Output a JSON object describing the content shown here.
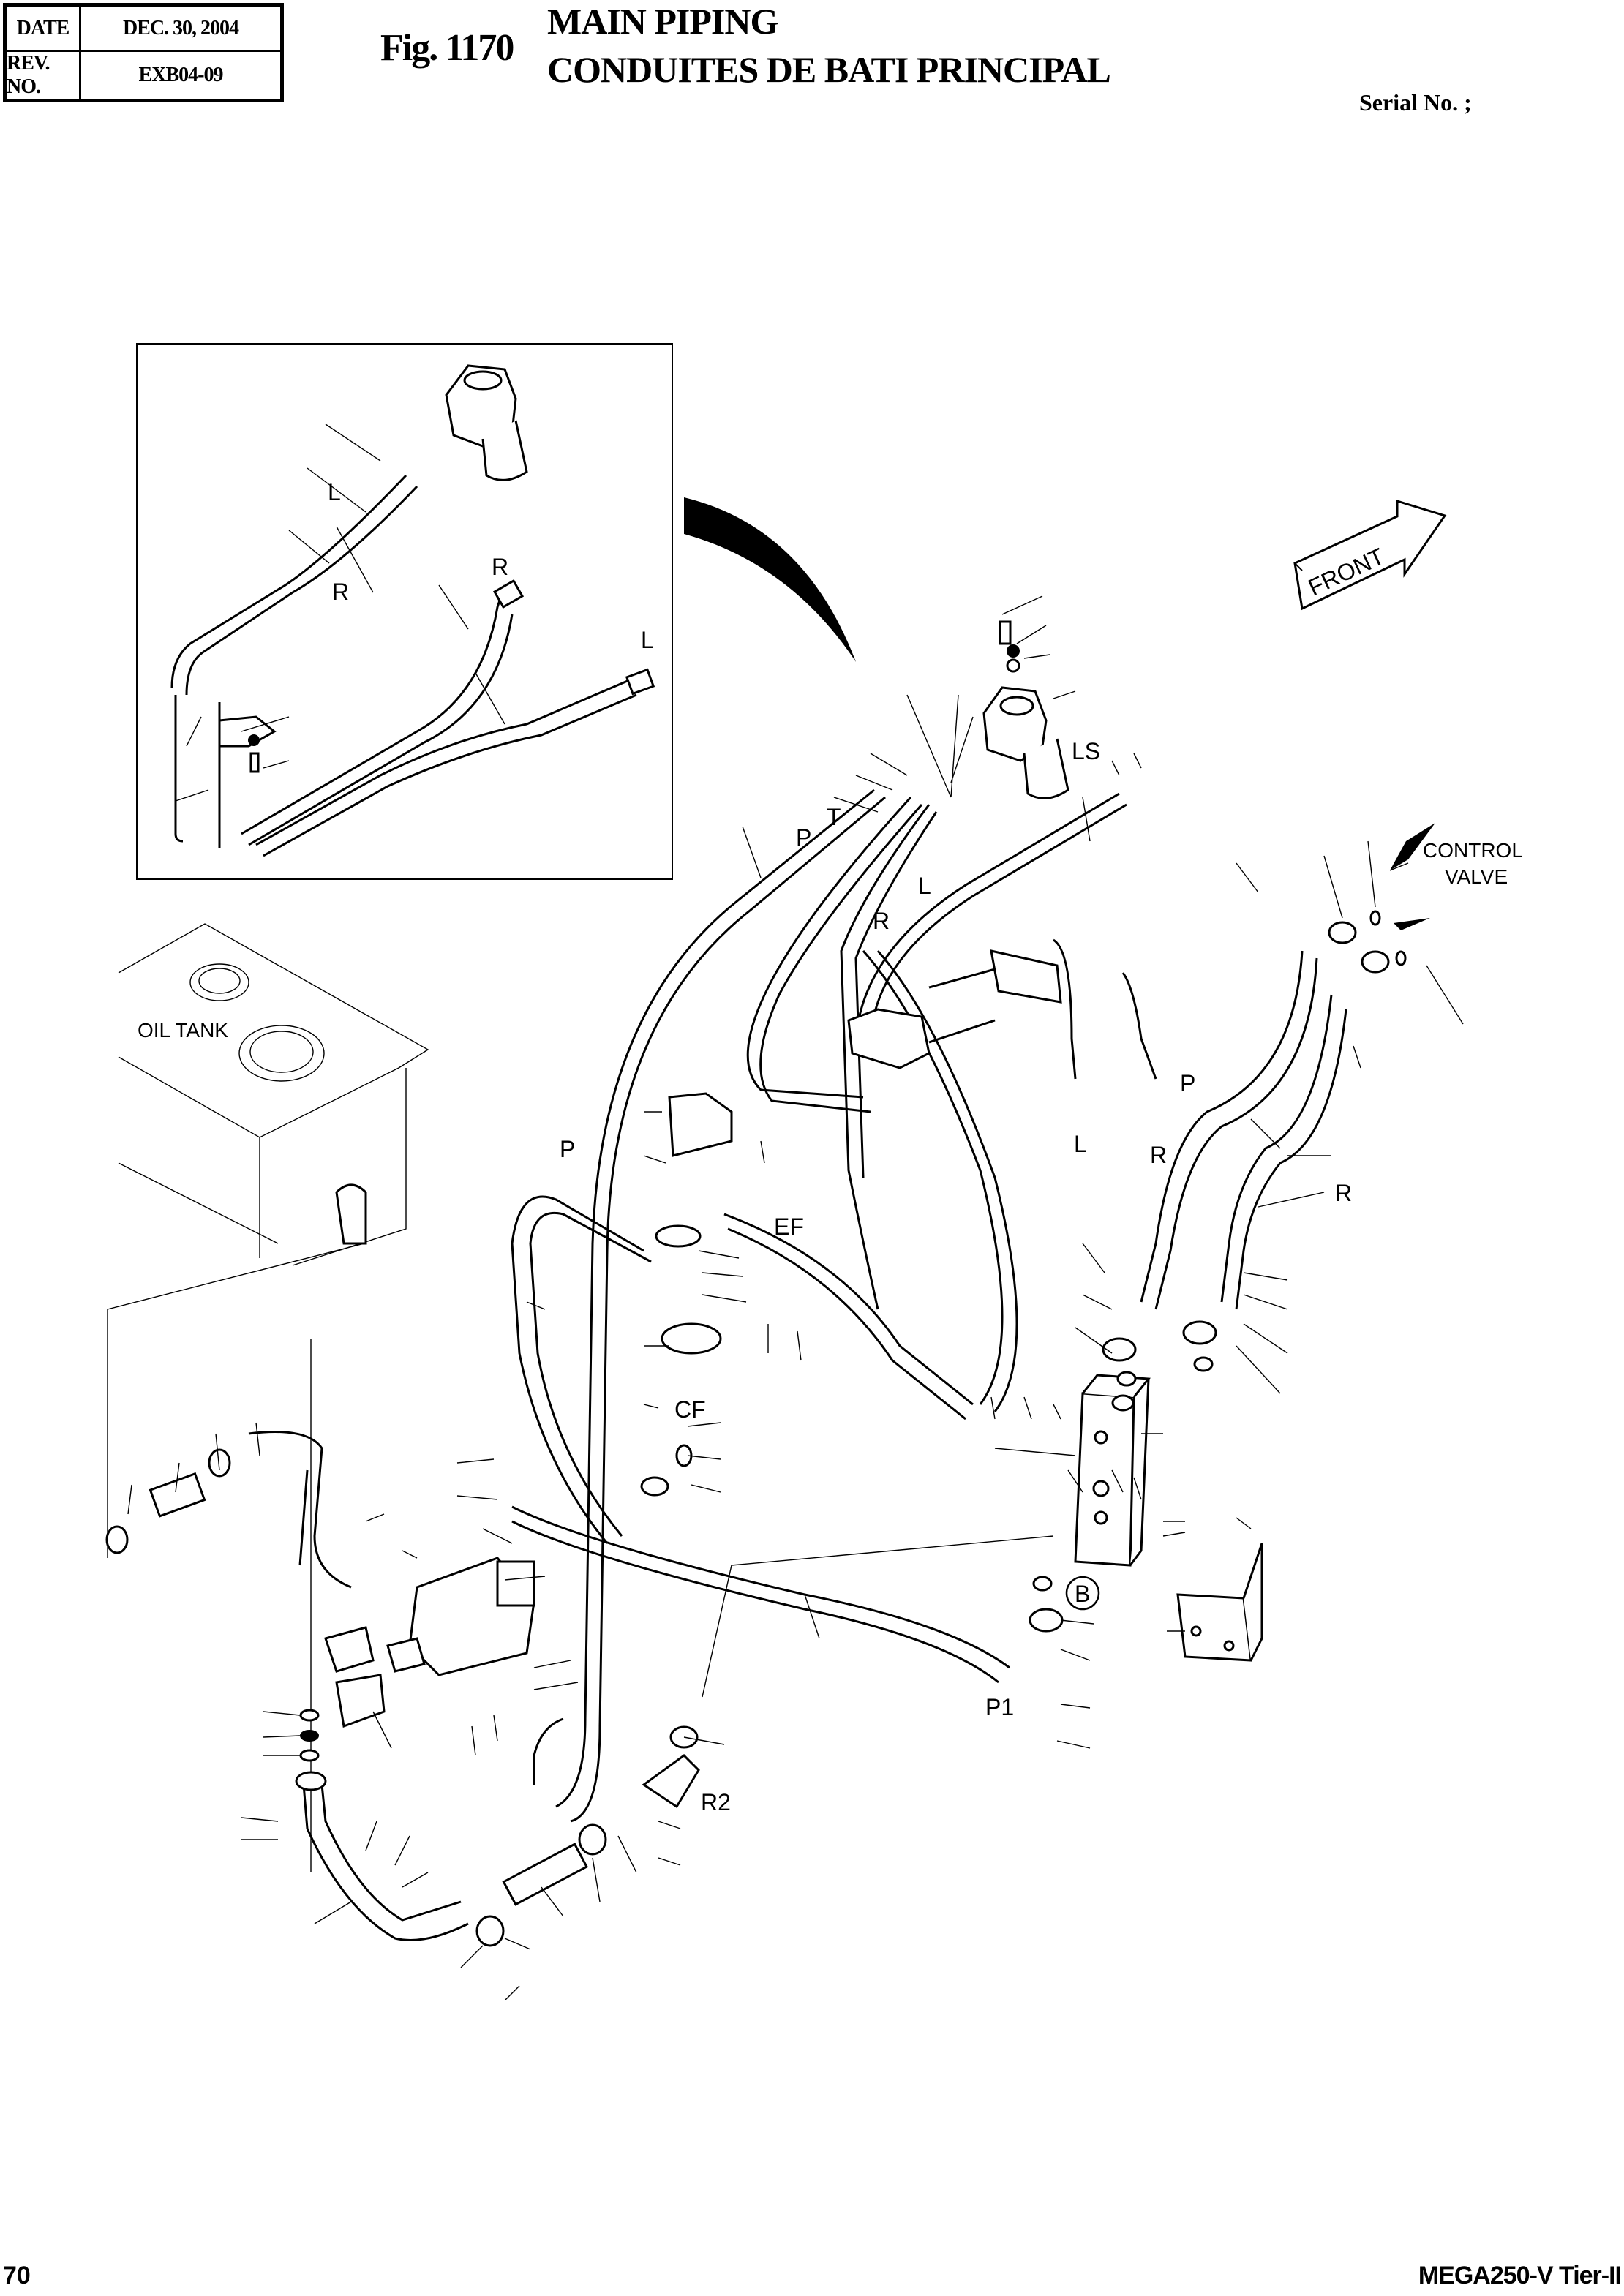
{
  "header": {
    "date_label": "DATE",
    "date_value": "DEC. 30, 2004",
    "rev_label": "REV. NO.",
    "rev_value": "EXB04-09",
    "figure_number": "Fig. 1170",
    "title_en": "MAIN PIPING",
    "title_fr": "CONDUITES DE BATI PRINCIPAL",
    "serial_label": "Serial No. ;"
  },
  "diagram": {
    "inset_labels": {
      "l_top": "L",
      "r_top": "R",
      "r_right": "R",
      "l_right": "L"
    },
    "front_arrow": "FRONT",
    "control_valve": [
      "CONTROL",
      "VALVE"
    ],
    "oil_tank": "OIL TANK",
    "port_labels": {
      "ls": "LS",
      "t": "T",
      "p_upper": "P",
      "l_upper": "L",
      "r_upper": "R",
      "l_bracket": "L",
      "r_bracket": "R",
      "p_right": "P",
      "r_right": "R",
      "p_left": "P",
      "ef": "EF",
      "cf": "CF",
      "b": "B",
      "p1": "P1",
      "r2": "R2"
    }
  },
  "footer": {
    "page_number": "70",
    "model": "MEGA250-V Tier-II"
  }
}
